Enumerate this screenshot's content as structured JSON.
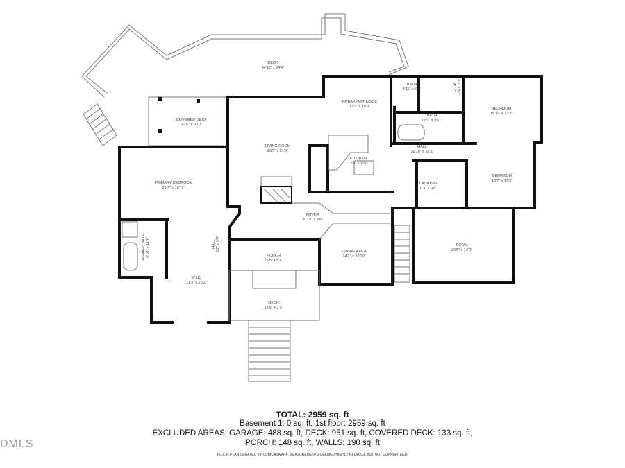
{
  "rooms": {
    "deck_main": {
      "name": "DECK",
      "dims": "64'11\" x 24'4\""
    },
    "covered_deck": {
      "name": "COVERED DECK",
      "dims": "13'6\" x 9'10\""
    },
    "living_room": {
      "name": "LIVING ROOM",
      "dims": "20'5\" x 21'5\""
    },
    "breakfast_nook": {
      "name": "BREAKFAST NOOK",
      "dims": "12'9\" x 10'9\""
    },
    "bath1": {
      "name": "BATH",
      "dims": "8'11\" x 6'3\""
    },
    "wic1": {
      "name": "W.I.C.",
      "dims": "4'5\" x 6'3\""
    },
    "bath2": {
      "name": "BATH",
      "dims": "12'9\" x 9'11\""
    },
    "bedroom1": {
      "name": "BEDROOM",
      "dims": "15'11\" x 13'3\""
    },
    "hall1": {
      "name": "HALL",
      "dims": "16'10\" x 16'5\""
    },
    "kitchen": {
      "name": "KITCHEN",
      "dims": "12'8\" x 12'6\""
    },
    "laundry": {
      "name": "LAUNDRY",
      "dims": "8'3\" x 9'6\""
    },
    "bedroom2": {
      "name": "BEDROOM",
      "dims": "13'7\" x 13'3\""
    },
    "primary_bedroom": {
      "name": "PRIMARY BEDROOM",
      "dims": "21'7\" x 16'11\""
    },
    "foyer": {
      "name": "FOYER",
      "dims": "30'10\" x 8'9\""
    },
    "primary_bath": {
      "name": "PRIMARY BATH",
      "dims": "9'10\" x 11'7\""
    },
    "hall2": {
      "name": "HALL",
      "dims": "5'2\" x 9'4\""
    },
    "porch": {
      "name": "PORCH",
      "dims": "18'5\" x 6'6\""
    },
    "dining_area": {
      "name": "DINING AREA",
      "dims": "14'2\" x 10'10\""
    },
    "room": {
      "name": "ROOM",
      "dims": "20'5\" x 14'9\""
    },
    "wic2": {
      "name": "W.I.C.",
      "dims": "11'3\" x 20'2\""
    },
    "deck_front": {
      "name": "DECK",
      "dims": "18'5\" x 7'3\""
    }
  },
  "summary": {
    "total": "TOTAL: 2959 sq. ft",
    "line1": "Basement 1: 0 sq. ft, 1st floor: 2959 sq. ft",
    "line2": "EXCLUDED AREAS: GARAGE: 488 sq. ft, DECK: 951 sq. ft, COVERED DECK: 133 sq. ft,",
    "line3": "PORCH: 148 sq. ft, WALLS: 190 sq. ft",
    "credit": "FLOOR PLAN CREATED BY CUBICASA APP. MEASUREMENTS DEEMED HIGHLY RELIABLE BUT NOT GUARANTEED."
  },
  "watermark": "DMLS"
}
